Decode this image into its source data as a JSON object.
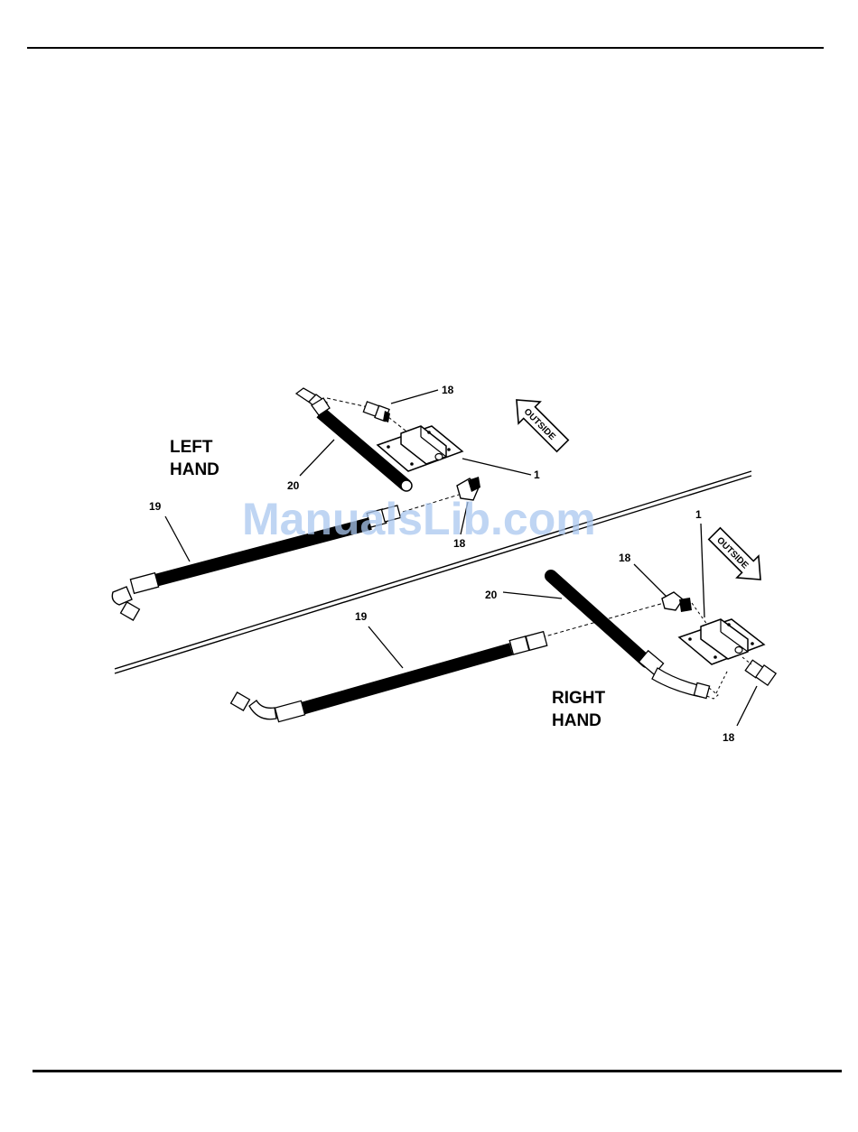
{
  "diagram": {
    "left_panel": {
      "title_line1": "LEFT",
      "title_line2": "HAND",
      "callouts": {
        "hose_long": "19",
        "hose_short": "20",
        "block": "1",
        "fitting_top": "18",
        "fitting_elbow": "18"
      }
    },
    "right_panel": {
      "title_line1": "RIGHT",
      "title_line2": "HAND",
      "callouts": {
        "hose_long": "19",
        "hose_short": "20",
        "block": "1",
        "fitting_top": "18",
        "fitting_bottom": "18"
      }
    },
    "direction_arrows": {
      "left": "OUTSIDE",
      "right": "OUTSIDE"
    }
  },
  "watermark": "ManualsLib.com"
}
